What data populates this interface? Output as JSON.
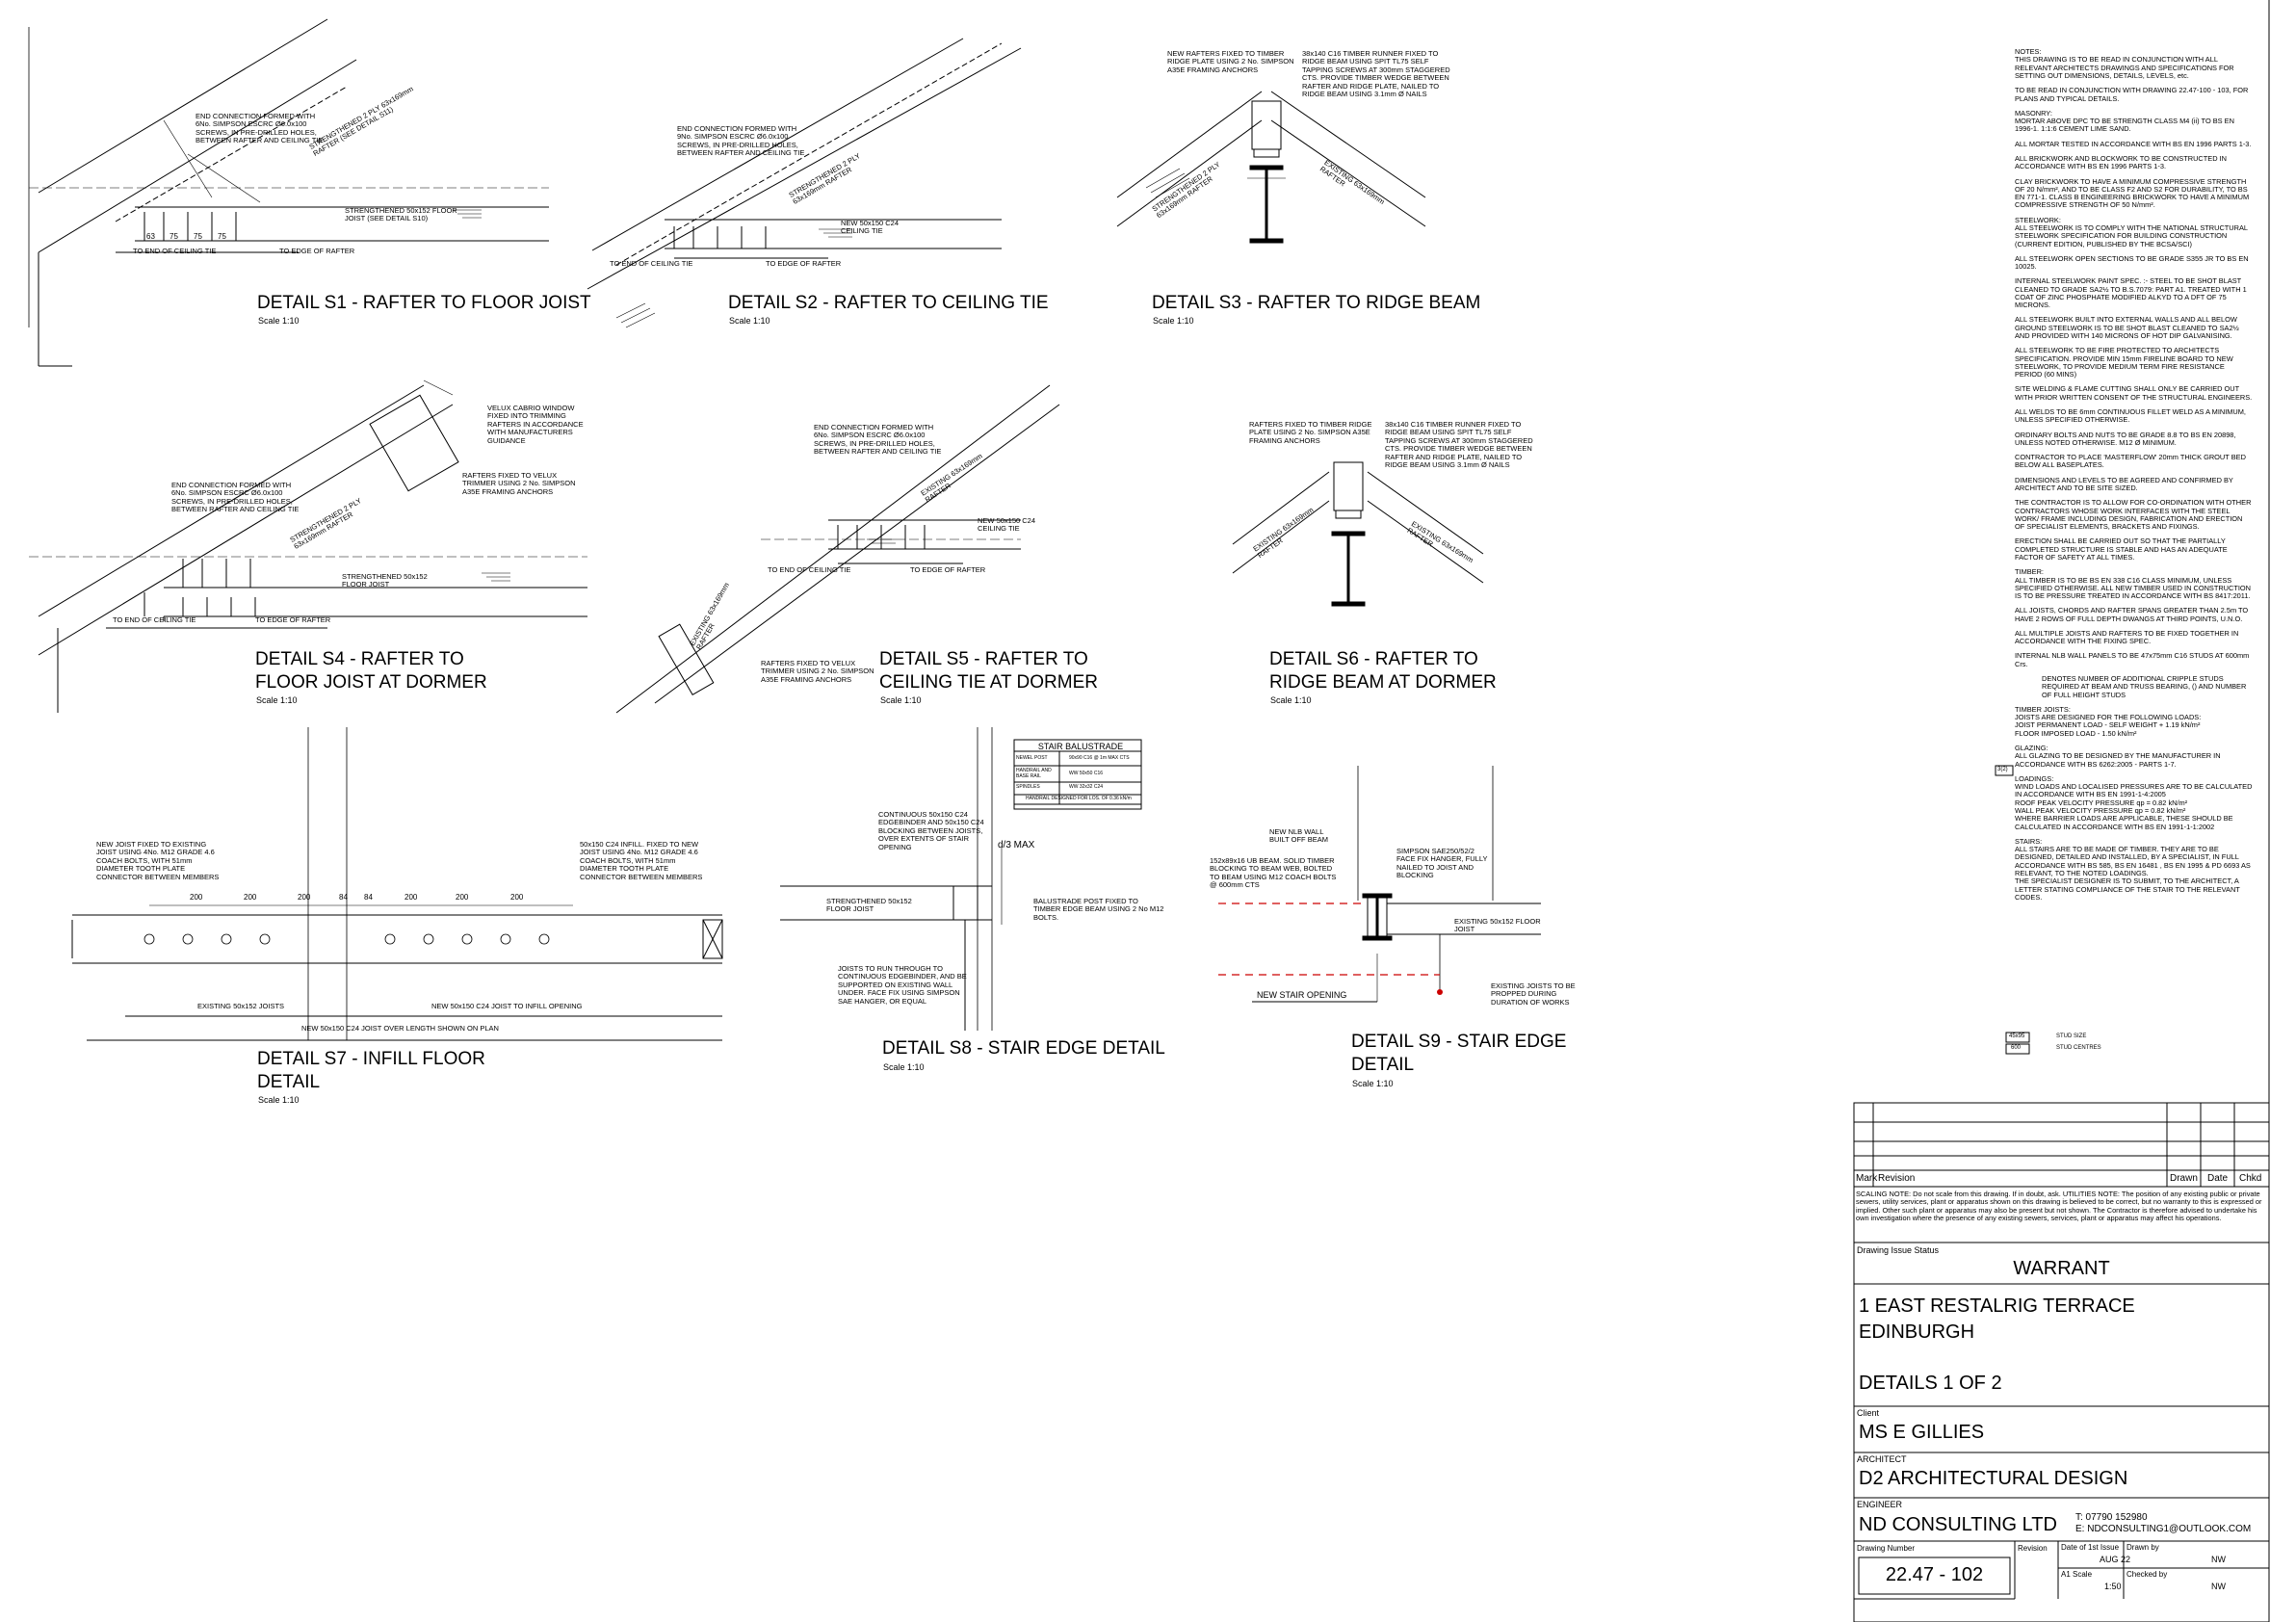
{
  "details": [
    {
      "id": "s1",
      "title": "DETAIL S1 -  RAFTER TO FLOOR JOIST",
      "scale": "Scale 1:10",
      "labels": {
        "end_conn": "END CONNECTION FORMED WITH\n6No. SIMPSON ESCRC Ø6.0x100\nSCREWS, IN PRE-DRILLED HOLES,\nBETWEEN RAFTER AND CEILING TIE",
        "rafter": "STRENGTHENED 2 PLY 63x169mm\nRAFTER (SEE DETAIL S11)",
        "joist": "STRENGTHENED 50x152 FLOOR\nJOIST (SEE DETAIL S10)",
        "ceiling_tie": "TO END OF CEILING TIE",
        "edge": "TO EDGE OF RAFTER"
      }
    },
    {
      "id": "s2",
      "title": "DETAIL S2 -  RAFTER TO CEILING TIE",
      "scale": "Scale 1:10",
      "labels": {
        "end_conn": "END CONNECTION FORMED WITH\n9No. SIMPSON ESCRC Ø6.0x100\nSCREWS, IN PRE-DRILLED HOLES,\nBETWEEN RAFTER AND CEILING TIE",
        "rafter": "STRENGTHENED 2 PLY\n63x169mm RAFTER",
        "tie": "NEW 50x150 C24\nCEILING TIE",
        "ceiling_tie": "TO END OF CEILING TIE",
        "edge": "TO EDGE OF RAFTER"
      }
    },
    {
      "id": "s3",
      "title": "DETAIL S3 -  RAFTER TO RIDGE BEAM",
      "scale": "Scale 1:10",
      "labels": {
        "rafters": "NEW RAFTERS FIXED TO TIMBER\nRIDGE PLATE USING 2 No. SIMPSON\nA35E FRAMING ANCHORS",
        "runner": "38x140 C16 TIMBER RUNNER FIXED TO\nRIDGE BEAM USING SPIT TL75 SELF\nTAPPING SCREWS AT 300mm STAGGERED\nCTS. PROVIDE TIMBER WEDGE BETWEEN\nRAFTER AND RIDGE PLATE, NAILED TO\nRIDGE BEAM USING 3.1mm Ø NAILS",
        "left": "STRENGTHENED 2 PLY\n63x169mm RAFTER",
        "right": "EXISTING 63x169mm\nRAFTER"
      }
    },
    {
      "id": "s4",
      "title": "DETAIL S4 -  RAFTER TO\nFLOOR JOIST AT DORMER",
      "scale": "Scale 1:10",
      "labels": {
        "velux": "VELUX CABRIO WINDOW\nFIXED INTO TRIMMING\nRAFTERS IN ACCORDANCE\nWITH MANUFACTURERS\nGUIDANCE",
        "rafters_fixed": "RAFTERS FIXED TO VELUX\nTRIMMER USING 2 No. SIMPSON\nA35E FRAMING ANCHORS",
        "end_conn": "END CONNECTION FORMED WITH\n6No. SIMPSON ESCRC Ø6.0x100\nSCREWS, IN PRE-DRILLED HOLES,\nBETWEEN RAFTER AND CEILING TIE",
        "rafter": "STRENGTHENED 2 PLY\n63x169mm RAFTER",
        "joist": "STRENGTHENED 50x152\nFLOOR JOIST",
        "ceiling_tie": "TO END OF CEILING TIE",
        "edge": "TO EDGE OF RAFTER"
      }
    },
    {
      "id": "s5",
      "title": "DETAIL S5 -  RAFTER TO\nCEILING TIE AT DORMER",
      "scale": "Scale 1:10",
      "labels": {
        "end_conn": "END CONNECTION FORMED WITH\n6No. SIMPSON ESCRC Ø6.0x100\nSCREWS, IN PRE-DRILLED HOLES,\nBETWEEN RAFTER AND CEILING TIE",
        "rafter": "EXISTING 63x169mm\nRAFTER",
        "tie": "NEW 50x150 C24\nCEILING TIE",
        "velux": "RAFTERS FIXED TO VELUX\nTRIMMER USING 2 No. SIMPSON\nA35E FRAMING ANCHORS",
        "low_rafter": "EXISTING 63x169mm\nRAFTER",
        "ceiling_tie": "TO END OF CEILING TIE",
        "edge": "TO EDGE OF RAFTER"
      }
    },
    {
      "id": "s6",
      "title": "DETAIL S6 -  RAFTER TO\nRIDGE BEAM AT DORMER",
      "scale": "Scale 1:10",
      "labels": {
        "rafters": "RAFTERS FIXED TO TIMBER RIDGE\nPLATE USING 2 No. SIMPSON A35E\nFRAMING ANCHORS",
        "runner": "38x140 C16 TIMBER RUNNER FIXED TO\nRIDGE BEAM USING SPIT TL75 SELF\nTAPPING SCREWS AT 300mm STAGGERED\nCTS. PROVIDE TIMBER WEDGE BETWEEN\nRAFTER AND RIDGE PLATE, NAILED TO\nRIDGE BEAM USING 3.1mm Ø NAILS",
        "left": "EXISTING 63x169mm\nRAFTER",
        "right": "EXISTING 63x169mm\nRAFTER"
      }
    },
    {
      "id": "s7",
      "title": "DETAIL S7 -  INFILL FLOOR\nDETAIL",
      "scale": "Scale 1:10",
      "labels": {
        "left": "NEW JOIST FIXED TO EXISTING\nJOIST USING 4No. M12 GRADE 4.6\nCOACH BOLTS, WITH 51mm\nDIAMETER TOOTH PLATE\nCONNECTOR BETWEEN MEMBERS",
        "right": "50x150 C24 INFILL. FIXED TO NEW\nJOIST USING 4No. M12 GRADE 4.6\nCOACH BOLTS, WITH 51mm\nDIAMETER TOOTH PLATE\nCONNECTOR BETWEEN MEMBERS",
        "existing": "EXISTING 50x152 JOISTS",
        "new": "NEW  50x150 C24 JOIST TO INFILL OPENING",
        "overall": "NEW  50x150 C24 JOIST OVER LENGTH SHOWN ON PLAN"
      }
    },
    {
      "id": "s8",
      "title": "DETAIL S8 -  STAIR EDGE DETAIL",
      "scale": "Scale 1:10",
      "labels": {
        "continuous": "CONTINUOUS 50x150 C24\nEDGEBINDER AND 50x150 C24\nBLOCKING BETWEEN JOISTS,\nOVER EXTENTS OF STAIR\nOPENING",
        "joist": "STRENGTHENED 50x152\nFLOOR JOIST",
        "post": "BALUSTRADE POST FIXED TO\nTIMBER EDGE BEAM USING 2 No M12\nBOLTS.",
        "run": "JOISTS TO RUN THROUGH TO\nCONTINUOUS EDGEBINDER, AND BE\nSUPPORTED ON EXISTING WALL\nUNDER. FACE FIX USING SIMPSON\nSAE HANGER, OR EQUAL",
        "d3": "d/3  MAX"
      },
      "balustrade": {
        "title": "STAIR BALUSTRADE",
        "rows": [
          [
            "NEWEL POST",
            "90x90 C16 @ 1m MAX CTS"
          ],
          [
            "HANDRAIL AND\nBASE RAIL",
            "WW 50x50 C16"
          ],
          [
            "SPINDLES",
            "WW 32x32 C24"
          ]
        ],
        "footer": "HANDRAIL DESIGNED FOR LOS. OF 0.36 kN/m"
      }
    },
    {
      "id": "s9",
      "title": "DETAIL S9 -  STAIR EDGE\nDETAIL",
      "scale": "Scale 1:10",
      "labels": {
        "nlb": "NEW NLB WALL\nBUILT OFF BEAM",
        "ub": "152x89x16 UB BEAM. SOLID TIMBER\nBLOCKING TO BEAM WEB, BOLTED\nTO BEAM USING M12 COACH BOLTS\n@ 600mm CTS",
        "hanger": "SIMPSON SAE250/52/2\nFACE FIX HANGER, FULLY\nNAILED TO JOIST AND\nBLOCKING",
        "joist": "EXISTING 50x152 FLOOR\nJOIST",
        "opening": "NEW STAIR OPENING",
        "propped": "EXISTING JOISTS TO BE\nPROPPED DURING\nDURATION OF WORKS"
      }
    }
  ],
  "dims": {
    "s1": [
      "63",
      "75",
      "75",
      "75"
    ],
    "s7": [
      "200",
      "200",
      "200",
      "84",
      "84",
      "200",
      "200",
      "200"
    ]
  },
  "notes": {
    "heading": "NOTES:",
    "paras": [
      "THIS DRAWING IS TO BE READ IN CONJUNCTION WITH ALL RELEVANT ARCHITECTS DRAWINGS AND SPECIFICATIONS FOR SETTING OUT DIMENSIONS, DETAILS, LEVELS, etc.",
      "TO BE READ IN CONJUNCTION WITH DRAWING 22.47-100 - 103, FOR PLANS AND TYPICAL DETAILS.",
      "MASONRY:\nMORTAR ABOVE DPC TO BE STRENGTH CLASS M4 (ii) TO BS EN 1996-1. 1:1:6 CEMENT LIME SAND.",
      "ALL MORTAR TESTED IN ACCORDANCE WITH BS EN 1996 PARTS 1-3.",
      "ALL BRICKWORK AND BLOCKWORK TO BE CONSTRUCTED IN ACCORDANCE WITH BS EN 1996 PARTS 1-3.",
      "CLAY BRICKWORK TO HAVE A MINIMUM COMPRESSIVE STRENGTH OF 20 N/mm², AND TO BE CLASS F2 AND S2 FOR DURABILITY, TO BS EN 771-1. CLASS B ENGINEERING BRICKWORK TO HAVE A MINIMUM COMPRESSIVE STRENGTH OF 50 N/mm².",
      "STEELWORK:\nALL STEELWORK IS TO COMPLY WITH THE NATIONAL STRUCTURAL STEELWORK SPECIFICATION FOR BUILDING CONSTRUCTION (CURRENT EDITION, PUBLISHED BY THE BCSA/SCI)",
      "ALL STEELWORK OPEN SECTIONS TO BE GRADE S355 JR TO BS EN 10025.",
      "INTERNAL STEELWORK PAINT SPEC. :- STEEL TO BE SHOT BLAST CLEANED TO GRADE SA2½ TO B.S.7079: PART A1. TREATED WITH 1 COAT OF ZINC PHOSPHATE MODIFIED ALKYD TO A DFT OF 75 MICRONS.",
      "ALL STEELWORK BUILT INTO EXTERNAL WALLS AND ALL BELOW GROUND STEELWORK IS TO BE SHOT BLAST CLEANED TO SA2½ AND PROVIDED WITH 140 MICRONS OF HOT DIP GALVANISING.",
      "ALL STEELWORK TO BE FIRE PROTECTED TO ARCHITECTS SPECIFICATION. PROVIDE MIN 15mm FIRELINE BOARD TO NEW STEELWORK, TO PROVIDE MEDIUM TERM FIRE RESISTANCE PERIOD (60 MINS)",
      "SITE WELDING & FLAME CUTTING SHALL ONLY BE CARRIED OUT WITH PRIOR WRITTEN CONSENT OF THE STRUCTURAL ENGINEERS.",
      "ALL WELDS TO BE 6mm CONTINUOUS FILLET WELD AS A MINIMUM, UNLESS SPECIFIED OTHERWISE.",
      "ORDINARY BOLTS AND NUTS TO BE GRADE 8.8 TO BS EN 20898, UNLESS NOTED OTHERWISE. M12 Ø MINIMUM.",
      "CONTRACTOR TO PLACE 'MASTERFLOW' 20mm THICK GROUT BED BELOW ALL BASEPLATES.",
      "DIMENSIONS AND LEVELS TO BE AGREED AND CONFIRMED BY ARCHITECT AND TO BE SITE SIZED.",
      "THE CONTRACTOR IS TO ALLOW FOR CO-ORDINATION WITH OTHER CONTRACTORS WHOSE WORK INTERFACES WITH THE STEEL WORK/ FRAME INCLUDING DESIGN, FABRICATION AND ERECTION OF SPECIALIST ELEMENTS, BRACKETS AND FIXINGS.",
      "ERECTION SHALL BE CARRIED OUT SO THAT THE PARTIALLY COMPLETED STRUCTURE IS STABLE AND HAS AN ADEQUATE FACTOR OF SAFETY AT ALL TIMES.",
      "TIMBER:\nALL TIMBER IS TO BE BS EN 338 C16 CLASS MINIMUM, UNLESS SPECIFIED OTHERWISE. ALL NEW TIMBER USED IN CONSTRUCTION IS TO BE PRESSURE TREATED IN ACCORDANCE WITH BS 8417:2011.",
      "ALL JOISTS, CHORDS AND RAFTER SPANS GREATER THAN 2.5m TO HAVE 2 ROWS OF FULL DEPTH DWANGS AT THIRD POINTS, U.N.O.",
      "ALL MULTIPLE JOISTS AND RAFTERS TO BE FIXED TOGETHER IN ACCORDANCE WITH THE FIXING SPEC.",
      "INTERNAL NLB WALL PANELS TO BE 47x75mm C16 STUDS AT 600mm Crs.",
      "DENOTES NUMBER OF ADDITIONAL CRIPPLE STUDS REQUIRED AT BEAM AND TRUSS BEARING, () AND NUMBER OF FULL HEIGHT STUDS",
      "TIMBER JOISTS:\nJOISTS ARE DESIGNED FOR THE FOLLOWING LOADS:\nJOIST PERMANENT LOAD - SELF WEIGHT + 1.19 kN/m²\nFLOOR IMPOSED LOAD - 1.50 kN/m²",
      "GLAZING:\nALL GLAZING TO BE DESIGNED BY THE MANUFACTURER IN ACCORDANCE WITH BS 6262:2005 - PARTS 1-7.",
      "LOADINGS:\nWIND LOADS AND LOCALISED PRESSURES ARE TO BE CALCULATED IN ACCORDANCE WITH BS EN 1991-1-4:2005\nROOF PEAK VELOCITY PRESSURE qp = 0.82 kN/m²\nWALL PEAK VELOCITY PRESSURE qp = 0.82 kN/m²\nWHERE BARRIER LOADS ARE APPLICABLE, THESE SHOULD BE CALCULATED IN ACCORDANCE WITH BS EN 1991-1-1:2002",
      "STAIRS:\nALL STAIRS ARE TO BE MADE OF TIMBER. THEY ARE TO BE DESIGNED, DETAILED AND INSTALLED, BY A SPECIALIST, IN FULL ACCORDANCE WITH BS 585, BS EN 16481 , BS EN 1995 & PD 6693 AS RELEVANT, TO THE NOTED LOADINGS.\nTHE SPECIALIST DESIGNER IS TO SUBMIT, TO THE ARCHITECT, A LETTER STATING COMPLIANCE OF THE STAIR TO THE RELEVANT CODES."
    ],
    "stud_tag": "3(2)",
    "legend": [
      [
        "45x95",
        "STUD SIZE"
      ],
      [
        "600",
        "STUD CENTRES"
      ]
    ]
  },
  "title_block": {
    "rev_headers": {
      "mark": "Mark",
      "revision": "Revision",
      "drawn": "Drawn",
      "date": "Date",
      "chkd": "Chkd"
    },
    "scaling_note": "SCALING NOTE:  Do not scale from this drawing.  If in doubt, ask.\nUTILITIES NOTE: The position of any existing public or private sewers, utility services, plant or apparatus shown on this drawing is believed to be correct, but no warranty to this is expressed or implied.  Other such plant or apparatus may also be present but not shown.  The Contractor is therefore advised to undertake his own investigation where the presence of any existing sewers, services, plant or apparatus may affect his operations.",
    "issue_status_label": "Drawing Issue Status",
    "issue_status": "WARRANT",
    "address1": "1 EAST RESTALRIG TERRACE",
    "address2": "EDINBURGH",
    "drawing_title": "DETAILS 1 OF 2",
    "client_label": "Client",
    "client": "MS E GILLIES",
    "architect_label": "ARCHITECT",
    "architect": "D2 ARCHITECTURAL DESIGN",
    "engineer_label": "ENGINEER",
    "engineer": "ND CONSULTING LTD",
    "tel": "T: 07790 152980",
    "email": "E: NDCONSULTING1@OUTLOOK.COM",
    "drawing_number_label": "Drawing Number",
    "drawing_number": "22.47 - 102",
    "revision_label": "Revision",
    "date_label": "Date of 1st Issue",
    "date": "AUG 22",
    "drawn_label": "Drawn by",
    "drawn": "NW",
    "scale_label": "A1 Scale",
    "scale": "1:50",
    "checked_label": "Checked by",
    "checked": "NW"
  }
}
